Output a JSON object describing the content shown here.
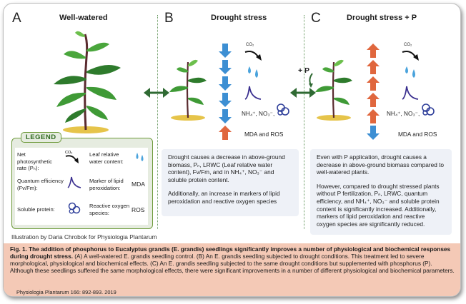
{
  "panels": [
    {
      "letter": "A",
      "title": "Well-watered"
    },
    {
      "letter": "B",
      "title": "Drought stress"
    },
    {
      "letter": "C",
      "title": "Drought stress + P"
    }
  ],
  "plus_p_label": "+ P",
  "legend": {
    "title": "LEGEND",
    "items": {
      "pn": "Net photosynthetic rate (Pₙ):",
      "lrwc": "Leaf relative water content:",
      "fvfm": "Quantum efficiency (Fv/Fm):",
      "lipid": "Marker of lipid peroxidation:",
      "lipid_value": "MDA",
      "protein": "Soluble protein:",
      "ros": "Reactive oxygen species:",
      "ros_value": "ROS"
    }
  },
  "co2_label": "CO₂",
  "nutrients_label": "NH₄⁺, NO₃⁻,",
  "mda_ros_label": "MDA and ROS",
  "arrows": {
    "B": [
      "down",
      "down",
      "down",
      "down",
      "down",
      "up"
    ],
    "C": [
      "up",
      "up",
      "up",
      "up",
      "up",
      "down"
    ]
  },
  "colors": {
    "down": "#3d8fd3",
    "up": "#e0673e",
    "double_arrow": "#2f6a33",
    "caption_bg": "#f4c9b6",
    "legend_border": "#6d9a3a"
  },
  "text_b": [
    "Drought causes a decrease in above-ground biomass, Pₙ, LRWC (Leaf relative water content), Fv/Fm, and in NH₄⁺, NO₃⁻ and soluble protein content.",
    "Additionally, an increase in markers of lipid peroxidation and reactive oxygen species"
  ],
  "text_c": [
    "Even with P application, drought causes a decrease in above-ground biomass compared to well-watered plants.",
    "However, compared to drought stressed plants without P fertilization, Pₙ, LRWC, quantum efficiency, and NH₄⁺, NO₃⁻ and soluble protein content is significantly increased. Additionally, markers of lipid peroxidation and reactive oxygen species are significantly reduced."
  ],
  "credit": "Illustration by Daria Chrobok for Physiologia Plantarum",
  "caption": {
    "bold": "Fig. 1. The addition of phosphorus to Eucalyptus grandis (E. grandis) seedlings significantly improves a number of physiological and biochemical responses during drought stress.",
    "body": " (A) A well-watered E. grandis seedling control. (B) An E. grandis seedling subjected to drought conditions. This treatment led to severe morphological, physiological and biochemical effects. (C) An E. grandis seedling subjected to the same drought conditions but supplemented with phosphorus (P). Although these seedlings suffered the same morphological effects, there were significant improvements in a number of different physiological and biochemical parameters.",
    "reference": "Physiologia Plantarum 166: 892-893. 2019"
  }
}
